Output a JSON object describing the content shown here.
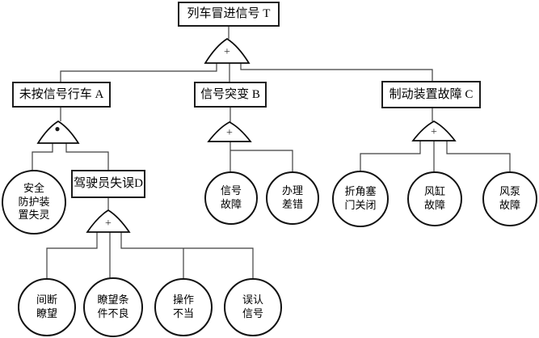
{
  "diagram": {
    "kind": "fault-tree",
    "top_event": {
      "id": "T",
      "label": "列车冒进信号 T"
    },
    "intermediate_events": {
      "a": {
        "id": "A",
        "label": "未按信号行车 A"
      },
      "b": {
        "id": "B",
        "label": "信号突变 B"
      },
      "c": {
        "id": "C",
        "label": "制动装置故障 C"
      },
      "d": {
        "id": "D",
        "label": "驾驶员失误D"
      }
    },
    "gates": {
      "g_top": {
        "type": "or",
        "symbol": "+",
        "parent": "T",
        "children": [
          "A",
          "B",
          "C"
        ]
      },
      "g_a": {
        "type": "and",
        "symbol": "●",
        "parent": "A",
        "children": [
          "安全防护装置失灵",
          "D"
        ]
      },
      "g_b": {
        "type": "or",
        "symbol": "+",
        "parent": "B",
        "children": [
          "信号故障",
          "办理差错"
        ]
      },
      "g_c": {
        "type": "or",
        "symbol": "+",
        "parent": "C",
        "children": [
          "折角塞门关闭",
          "风缸故障",
          "风泵故障"
        ]
      },
      "g_d": {
        "type": "or",
        "symbol": "+",
        "parent": "D",
        "children": [
          "间断瞭望",
          "瞭望条件不良",
          "操作不当",
          "误认信号"
        ]
      }
    },
    "basic_events": {
      "safety_device_failure": {
        "label": "安全\n防护装\n置失灵"
      },
      "signal_fault": {
        "label": "信号\n故障"
      },
      "handling_error": {
        "label": "办理\n差错"
      },
      "angle_cock_closed": {
        "label": "折角塞\n门关闭"
      },
      "air_cylinder_fault": {
        "label": "风缸\n故障"
      },
      "air_pump_fault": {
        "label": "风泵\n故障"
      },
      "intermittent_lookout": {
        "label": "间断\n瞭望"
      },
      "poor_lookout_condition": {
        "label": "瞭望条\n件不良"
      },
      "improper_operation": {
        "label": "操作\n不当"
      },
      "misread_signal": {
        "label": "误认\n信号"
      }
    },
    "colors": {
      "background": "#ffffff",
      "line": "#3f3f3f",
      "shape_stroke": "#0a0a0a",
      "text": "#000000"
    }
  }
}
